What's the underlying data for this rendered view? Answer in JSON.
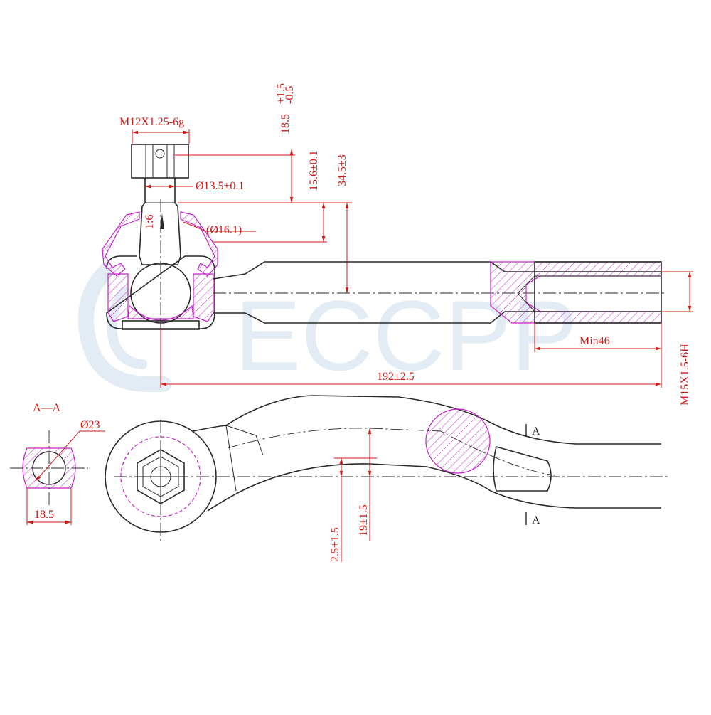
{
  "watermark": "ECCPP",
  "labels": {
    "thread_stud": "M12X1.25-6g",
    "stud_dia": "Ø13.5±0.1",
    "taper_dia": "(Ø16.1)",
    "taper_ratio": "1:6",
    "stud_len": "18.5",
    "stud_len_tol_upper": "+1.5",
    "stud_len_tol_lower": "-0.5",
    "taper_len": "15.6±0.1",
    "center_height": "34.5±3",
    "min_depth": "Min46",
    "overall_length": "192±2.5",
    "thread_inner": "M15X1.5-6H",
    "section_title": "A—A",
    "section_dia": "Ø23",
    "section_width": "18.5",
    "offset_small": "2.5±1.5",
    "offset_large": "19±1.5",
    "section_mark_top": "A",
    "section_mark_bottom": "A"
  },
  "colors": {
    "outline": "#2a2a2a",
    "dimension": "#d01818",
    "section_hatch": "#c224c8",
    "watermark": "#e3ebf4"
  }
}
